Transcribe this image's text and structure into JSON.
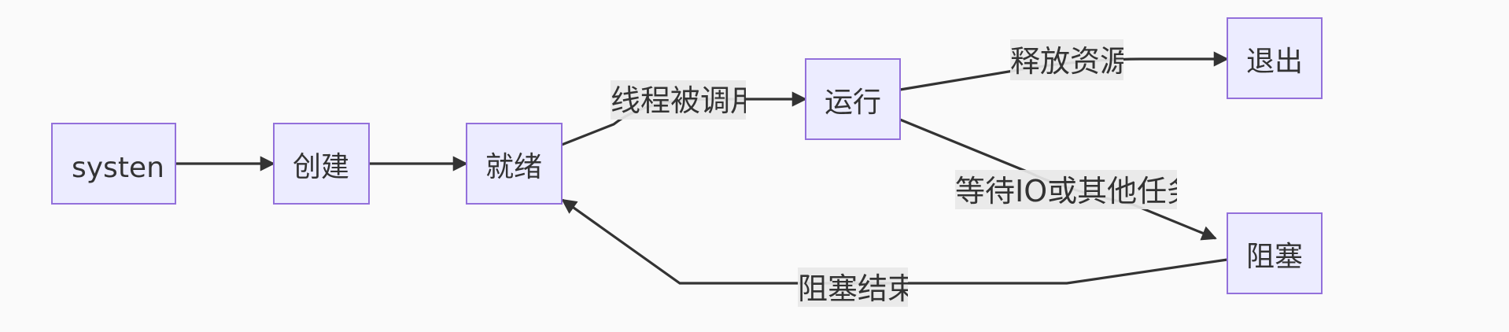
{
  "diagram": {
    "nodes": {
      "system": "systen",
      "create": "创建",
      "ready": "就绪",
      "running": "运行",
      "exit": "退出",
      "blocked": "阻塞"
    },
    "edges": {
      "scheduled": "线程被调用",
      "release": "释放资源",
      "wait_io": "等待IO或其他任务",
      "block_end": "阻塞结束"
    }
  }
}
